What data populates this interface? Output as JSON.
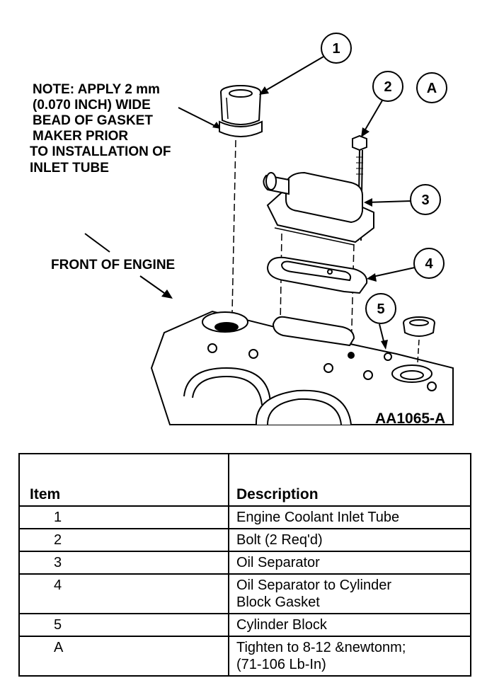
{
  "figure": {
    "note_lines": [
      "NOTE:  APPLY 2 mm",
      "(0.070 INCH) WIDE",
      "BEAD OF GASKET",
      "MAKER PRIOR",
      "TO INSTALLATION OF",
      "INLET TUBE"
    ],
    "front_label": "FRONT OF ENGINE",
    "reference_code": "AA1065-A",
    "callouts": [
      "1",
      "2",
      "A",
      "3",
      "4",
      "5"
    ]
  },
  "table": {
    "headers": {
      "item": "Item",
      "description": "Description"
    },
    "rows": [
      {
        "item": "1",
        "description": [
          "Engine Coolant Inlet Tube"
        ]
      },
      {
        "item": "2",
        "description": [
          "Bolt (2 Req'd)"
        ]
      },
      {
        "item": "3",
        "description": [
          "Oil Separator"
        ]
      },
      {
        "item": "4",
        "description": [
          "Oil Separator to Cylinder",
          "Block Gasket"
        ]
      },
      {
        "item": "5",
        "description": [
          "Cylinder Block"
        ]
      },
      {
        "item": "A",
        "description": [
          "Tighten to 8-12 &newtonm;",
          "(71-106 Lb-In)"
        ]
      }
    ]
  }
}
